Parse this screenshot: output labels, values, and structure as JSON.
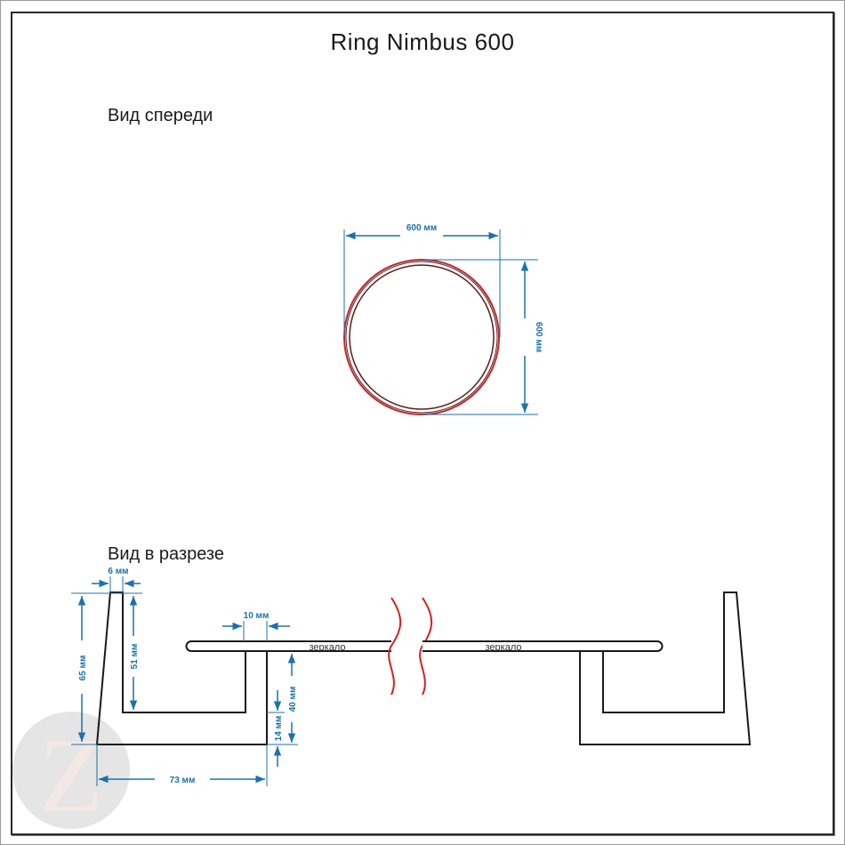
{
  "title": "Ring Nimbus 600",
  "front_view": {
    "heading": "Вид спереди",
    "width_label": "600 мм",
    "height_label": "600 мм"
  },
  "section_view": {
    "heading": "Вид в разрезе",
    "dimensions": {
      "top_width": "6 мм",
      "total_height": "65 мм",
      "inner_height": "51 мм",
      "gap": "10 мм",
      "mirror_offset": "40 мм",
      "base_thickness": "14 мм",
      "depth": "73 мм"
    },
    "mirror_label_left": "зеркало",
    "mirror_label_right": "зеркало"
  },
  "colors": {
    "dimension": "#1c72a8",
    "ring": "#c0282b",
    "outline": "#1a1a1a",
    "break_lines": "#d42020"
  },
  "watermark": {
    "letter": "Z"
  }
}
